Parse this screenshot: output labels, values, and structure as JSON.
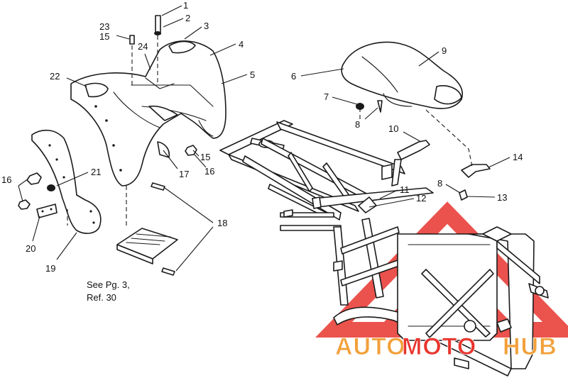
{
  "callouts": [
    {
      "id": "1",
      "label": "1"
    },
    {
      "id": "2",
      "label": "2"
    },
    {
      "id": "3",
      "label": "3"
    },
    {
      "id": "4",
      "label": "4"
    },
    {
      "id": "5",
      "label": "5"
    },
    {
      "id": "6",
      "label": "6"
    },
    {
      "id": "7",
      "label": "7"
    },
    {
      "id": "8a",
      "label": "8"
    },
    {
      "id": "8b",
      "label": "8"
    },
    {
      "id": "9",
      "label": "9"
    },
    {
      "id": "10",
      "label": "10"
    },
    {
      "id": "11",
      "label": "11"
    },
    {
      "id": "12",
      "label": "12"
    },
    {
      "id": "13",
      "label": "13"
    },
    {
      "id": "14",
      "label": "14"
    },
    {
      "id": "15a",
      "label": "15"
    },
    {
      "id": "15b",
      "label": "15"
    },
    {
      "id": "16a",
      "label": "16"
    },
    {
      "id": "16b",
      "label": "16"
    },
    {
      "id": "17",
      "label": "17"
    },
    {
      "id": "18",
      "label": "18"
    },
    {
      "id": "19",
      "label": "19"
    },
    {
      "id": "20",
      "label": "20"
    },
    {
      "id": "21",
      "label": "21"
    },
    {
      "id": "22",
      "label": "22"
    },
    {
      "id": "23",
      "label": "23"
    },
    {
      "id": "24",
      "label": "24"
    }
  ],
  "note": {
    "line1": "See Pg. 3,",
    "line2": "Ref.  30"
  },
  "watermark": {
    "word_a": "AUTO",
    "word_b": "MOTO",
    "word_c": "HUB",
    "color_main": "#e8352e",
    "color_accent": "#f2a03a"
  }
}
